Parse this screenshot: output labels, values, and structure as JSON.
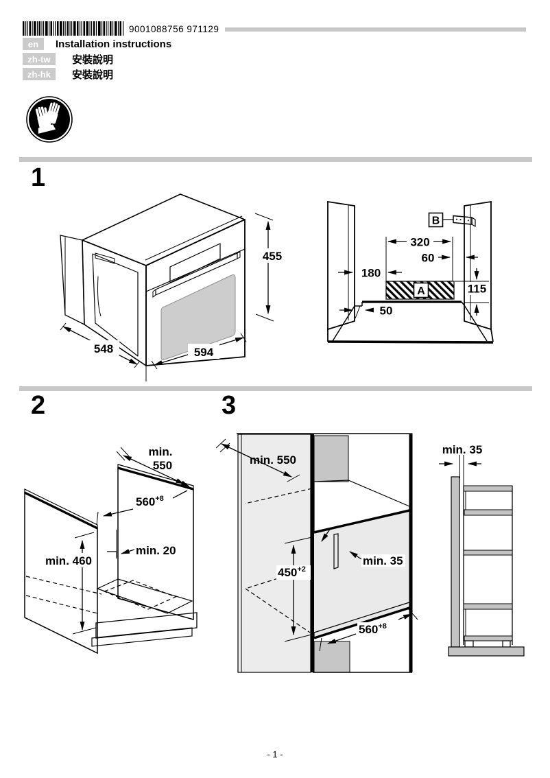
{
  "header": {
    "barcode_number": "9001088756  971129",
    "languages": [
      {
        "code": "en",
        "title": "Installation instructions"
      },
      {
        "code": "zh-tw",
        "title": "安裝說明"
      },
      {
        "code": "zh-hk",
        "title": "安裝說明"
      }
    ]
  },
  "figure1": {
    "number": "1",
    "dim_height": "455",
    "dim_depth": "548",
    "dim_width": "594",
    "label_a": "A",
    "label_b": "B",
    "dim_recess_width": "320",
    "dim_recess_offset": "60",
    "dim_left_offset": "180",
    "dim_rear_height": "115",
    "dim_front_gap": "50"
  },
  "figure2": {
    "number": "2",
    "dim_depth_line1": "min.",
    "dim_depth_line2": "550",
    "dim_width": "560",
    "dim_width_tol": "+8",
    "dim_front_gap": "min. 20",
    "dim_height": "min. 460"
  },
  "figure3": {
    "number": "3",
    "dim_depth": "min. 550",
    "dim_height": "450",
    "dim_height_tol": "+2",
    "dim_spacer_gap": "min. 35",
    "dim_width": "560",
    "dim_width_tol": "+8",
    "dim_wall_gap": "min. 35"
  },
  "footer": {
    "page_number": "- 1 -"
  }
}
